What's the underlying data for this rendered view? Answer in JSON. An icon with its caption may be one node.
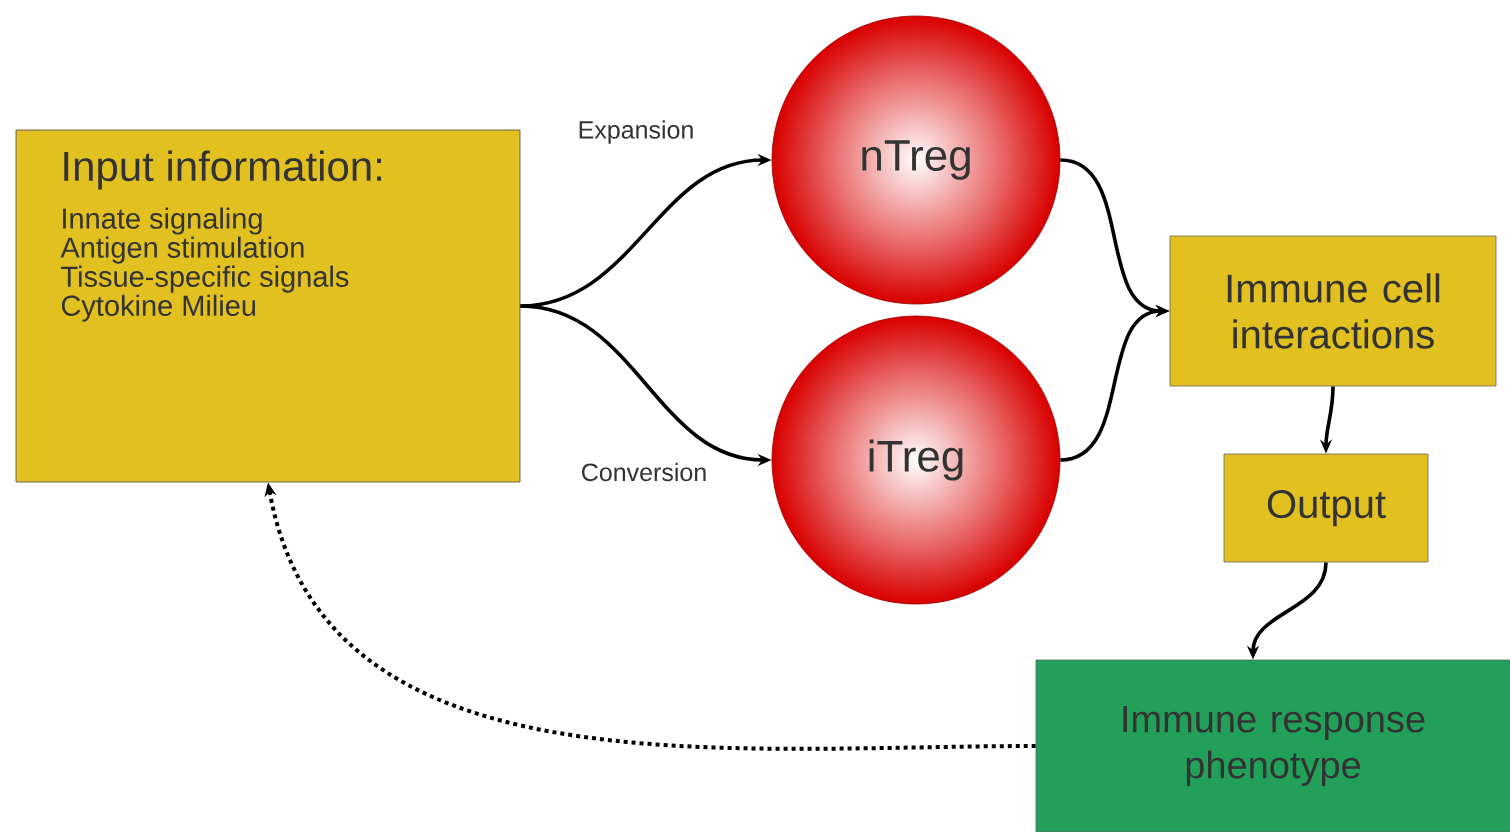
{
  "diagram": {
    "nodes": [
      {
        "text": [
          "Input information:",
          "Innate signaling",
          "Antigen stimulation",
          "Tissue-specific signals",
          "Cytokine Milieu"
        ]
      },
      {
        "text": [
          "nTreg"
        ]
      },
      {
        "text": [
          "iTreg"
        ]
      },
      {
        "text": [
          "Immune cell interactions"
        ]
      },
      {
        "text": [
          "Output"
        ]
      },
      {
        "text": [
          "Immune response phenotype"
        ]
      }
    ],
    "edges": [
      {
        "from": 0,
        "to": 1,
        "arrow": "to",
        "label": "Expansion"
      },
      {
        "from": 0,
        "to": 2,
        "arrow": "to",
        "label": "Conversion"
      },
      {
        "from": 1,
        "to": 3,
        "arrow": "to"
      },
      {
        "from": 2,
        "to": 3,
        "arrow": "to"
      },
      {
        "from": 3,
        "to": 4,
        "arrow": "to"
      },
      {
        "from": 4,
        "to": 5,
        "arrow": "to"
      },
      {
        "from": 5,
        "to": 0,
        "arrow": "to",
        "style": "dashed"
      }
    ]
  }
}
